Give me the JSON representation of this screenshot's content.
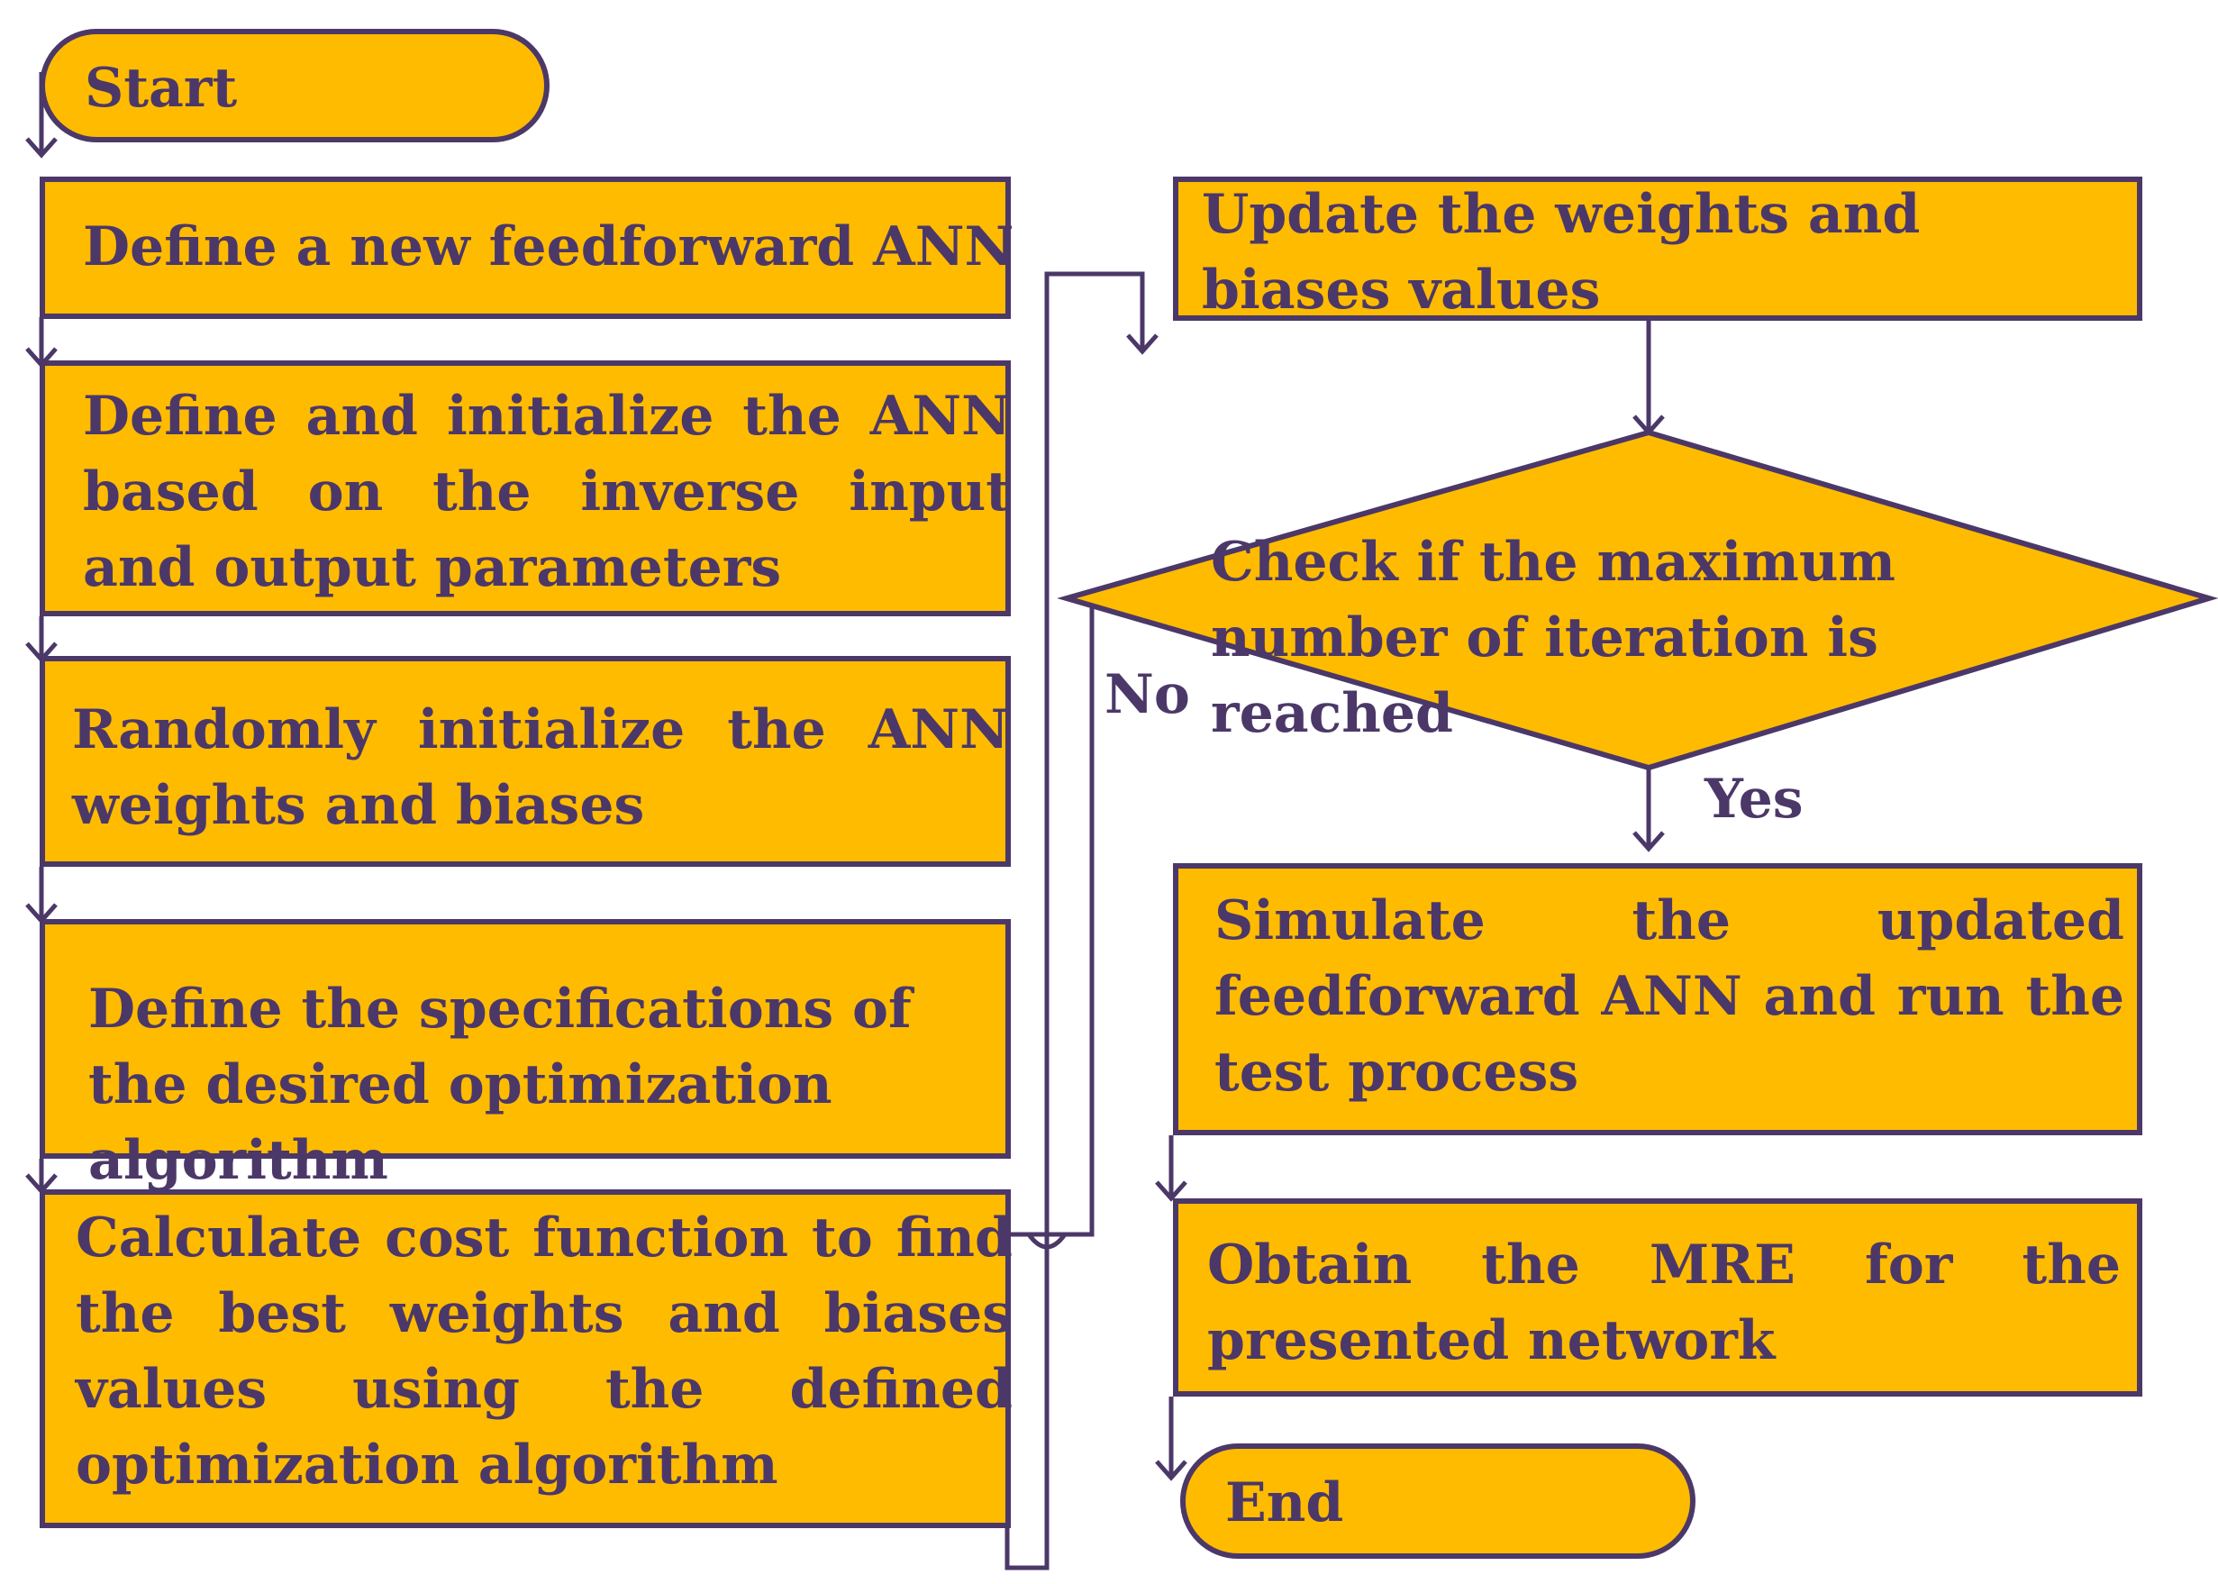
{
  "flowchart": {
    "start": "Start",
    "step1": "Define a new feedforward ANN",
    "step2": "Define and initialize the ANN based on the  inverse input and output parameters",
    "step3": "Randomly initialize the ANN weights and biases",
    "step4": "Define the specifications of the desired optimization algorithm",
    "step5": "Calculate cost function to find the best weights and biases values using the defined optimization algorithm",
    "update": "Update the weights and biases values",
    "decision": "Check if the maximum number of iteration is reached",
    "no_label": "No",
    "yes_label": "Yes",
    "simulate": "Simulate the updated feedforward ANN and run  the test process",
    "obtain": "Obtain the MRE for the presented network",
    "end": "End"
  },
  "colors": {
    "box_fill": "#ffbb00",
    "stroke": "#4b3868"
  }
}
